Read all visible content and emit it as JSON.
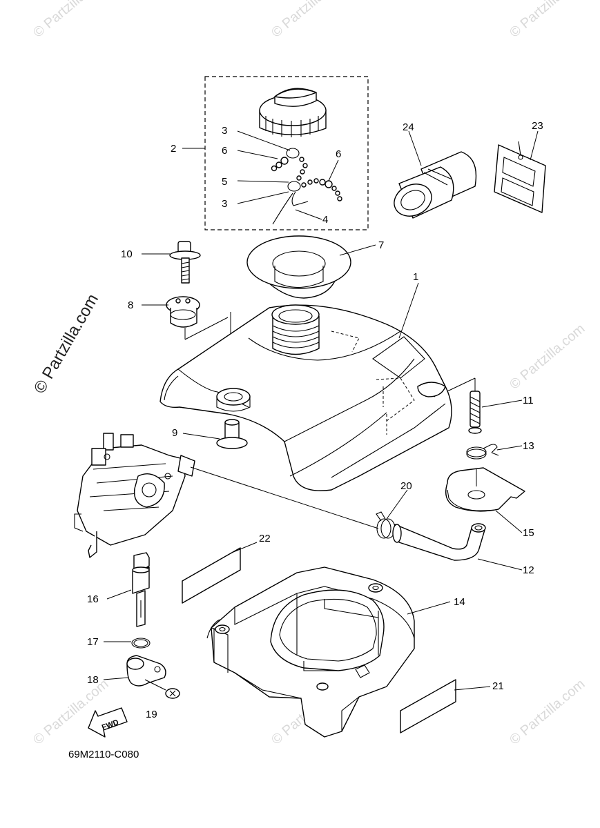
{
  "watermark": "© Partzilla.com",
  "drawing_code": "69M2110-C080",
  "fwd_label": "FWD",
  "callouts": [
    "1",
    "2",
    "3",
    "3",
    "4",
    "5",
    "6",
    "6",
    "7",
    "8",
    "9",
    "10",
    "11",
    "12",
    "13",
    "14",
    "15",
    "16",
    "17",
    "18",
    "19",
    "20",
    "21",
    "22",
    "23",
    "24"
  ]
}
